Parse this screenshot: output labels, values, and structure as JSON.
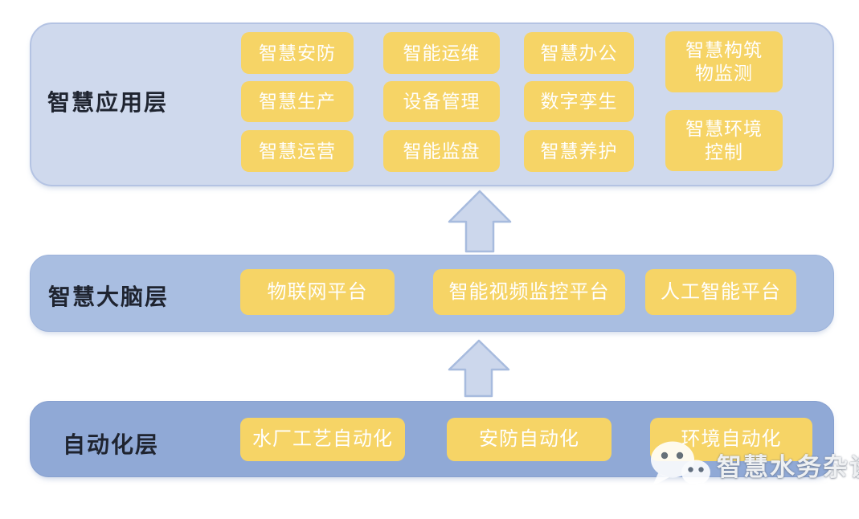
{
  "app_layer": {
    "label": "智慧应用层",
    "items": [
      {
        "label": "智慧安防"
      },
      {
        "label": "智慧生产"
      },
      {
        "label": "智慧运营"
      },
      {
        "label": "智能运维"
      },
      {
        "label": "设备管理"
      },
      {
        "label": "智能监盘"
      },
      {
        "label": "智慧办公"
      },
      {
        "label": "数字孪生"
      },
      {
        "label": "智慧养护"
      },
      {
        "label": "智慧构筑\n物监测"
      },
      {
        "label": "智慧环境\n控制"
      }
    ]
  },
  "brain_layer": {
    "label": "智慧大脑层",
    "items": [
      {
        "label": "物联网平台"
      },
      {
        "label": "智能视频监控平台"
      },
      {
        "label": "人工智能平台"
      }
    ]
  },
  "auto_layer": {
    "label": "自动化层",
    "items": [
      {
        "label": "水厂工艺自动化"
      },
      {
        "label": "安防自动化"
      },
      {
        "label": "环境自动化"
      }
    ]
  },
  "watermark": {
    "text": "智慧水务杂谈",
    "icon": "wechat-icon"
  },
  "colors": {
    "app_layer_bg": "#cfd9ed",
    "app_layer_border": "#b4c3e3",
    "brain_layer_bg": "#a9bee1",
    "auto_layer_bg": "#90a9d6",
    "item_bg": "#f6d466",
    "item_text": "#ffffff",
    "label_text": "#1f2430",
    "arrow_fill": "#ccd7ec",
    "arrow_border": "#a7bbde"
  }
}
